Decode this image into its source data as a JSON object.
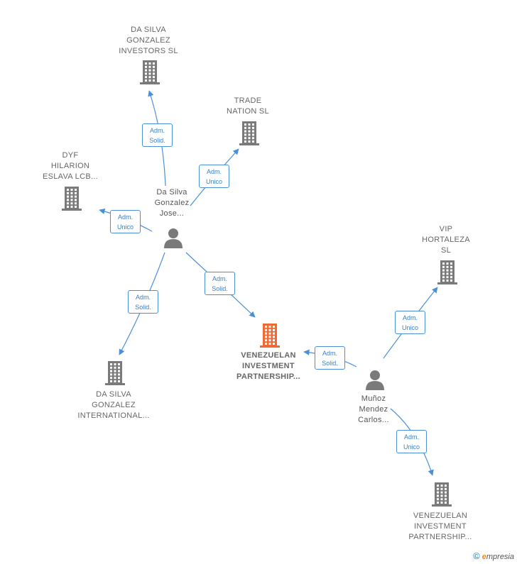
{
  "colors": {
    "node_gray": "#7a7a7a",
    "node_main": "#f06a35",
    "edge_blue": "#4a90d9"
  },
  "nodes": [
    {
      "id": "n_dsgi",
      "kind": "company",
      "label": "DA SILVA\nGONZALEZ\nINVESTORS  SL"
    },
    {
      "id": "n_trade",
      "kind": "company",
      "label": "TRADE\nNATION  SL"
    },
    {
      "id": "n_dyf",
      "kind": "company",
      "label": "DYF\nHILARION\nESLAVA LCB..."
    },
    {
      "id": "n_dsg",
      "kind": "person",
      "label": "Da Silva\nGonzalez\nJose..."
    },
    {
      "id": "n_vip",
      "kind": "company",
      "label": "VIP\nHORTALEZA\nSL"
    },
    {
      "id": "n_vzla",
      "kind": "main",
      "label": "VENEZUELAN\nINVESTMENT\nPARTNERSHIP..."
    },
    {
      "id": "n_dsgint",
      "kind": "company",
      "label": "DA SILVA\nGONZALEZ\nINTERNATIONAL..."
    },
    {
      "id": "n_mm",
      "kind": "person",
      "label": "Muñoz\nMendez\nCarlos..."
    },
    {
      "id": "n_vzla2",
      "kind": "company",
      "label": "VENEZUELAN\nINVESTMENT\nPARTNERSHIP..."
    }
  ],
  "edges": [
    {
      "id": "e1",
      "from": "n_dsg",
      "to": "n_dsgi",
      "label": "Adm.\nSolid."
    },
    {
      "id": "e2",
      "from": "n_dsg",
      "to": "n_trade",
      "label": "Adm.\nUnico"
    },
    {
      "id": "e3",
      "from": "n_dsg",
      "to": "n_dyf",
      "label": "Adm.\nUnico"
    },
    {
      "id": "e4",
      "from": "n_dsg",
      "to": "n_dsgint",
      "label": "Adm.\nSolid."
    },
    {
      "id": "e5",
      "from": "n_dsg",
      "to": "n_vzla",
      "label": "Adm.\nSolid."
    },
    {
      "id": "e6",
      "from": "n_mm",
      "to": "n_vzla",
      "label": "Adm.\nSolid."
    },
    {
      "id": "e7",
      "from": "n_mm",
      "to": "n_vip",
      "label": "Adm.\nUnico"
    },
    {
      "id": "e8",
      "from": "n_mm",
      "to": "n_vzla2",
      "label": "Adm.\nUnico"
    }
  ],
  "footer": {
    "copyright": "©",
    "brand_e": "e",
    "brand": "mpresia"
  }
}
